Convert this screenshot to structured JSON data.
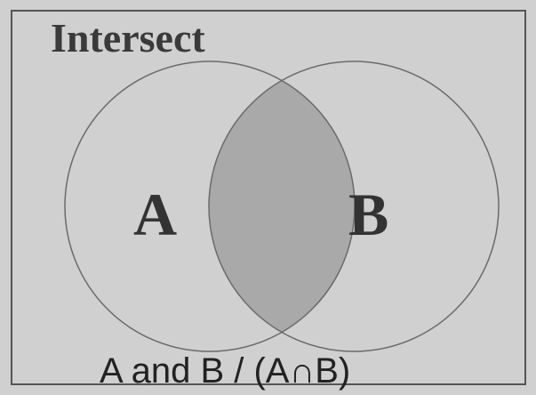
{
  "title": "Intersect",
  "sets": [
    {
      "label": "A"
    },
    {
      "label": "B"
    }
  ],
  "caption": "A and B / (A∩B)",
  "colors": {
    "background": "#d0d0d0",
    "border": "#555555",
    "circle_stroke": "#6a6a6a",
    "intersection_fill": "#a9a9a9"
  }
}
